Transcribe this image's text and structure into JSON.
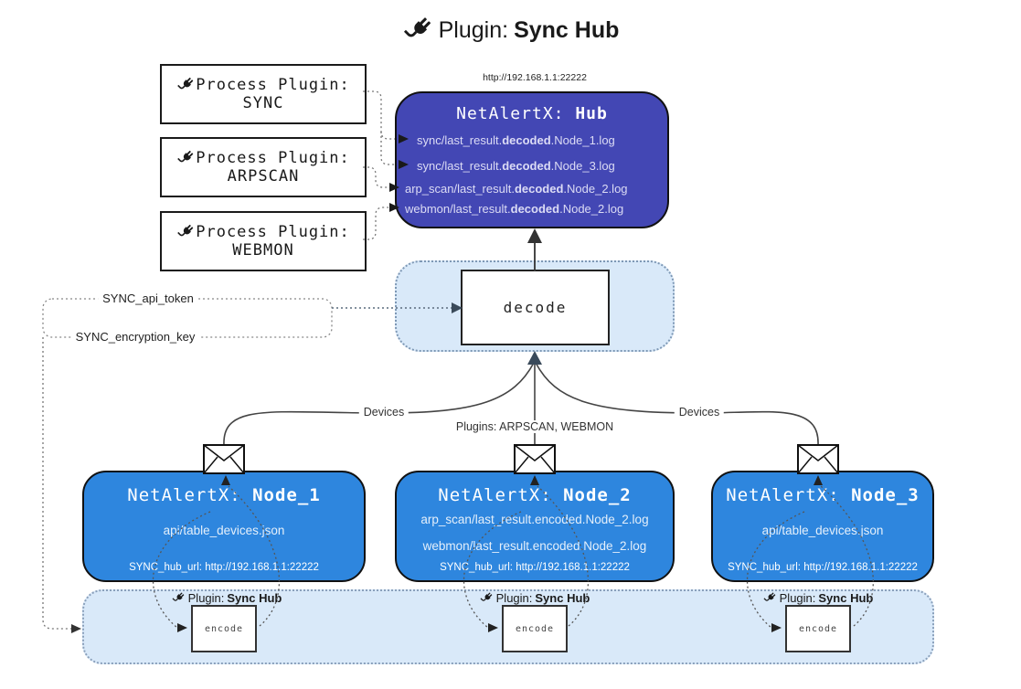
{
  "title": {
    "prefix": "Plugin: ",
    "bold": "Sync Hub"
  },
  "process_plugins": [
    {
      "label": "Process Plugin:",
      "name": "SYNC"
    },
    {
      "label": "Process Plugin:",
      "name": "ARPSCAN"
    },
    {
      "label": "Process Plugin:",
      "name": "WEBMON"
    }
  ],
  "hub": {
    "url": "http://192.168.1.1:22222",
    "title_prefix": "NetAlertX: ",
    "title_bold": "Hub",
    "lines": [
      {
        "pre": "sync/last_result.",
        "bold": "decoded",
        "post": ".Node_1.log"
      },
      {
        "pre": "sync/last_result.",
        "bold": "decoded",
        "post": ".Node_3.log"
      },
      {
        "pre": "arp_scan/last_result.",
        "bold": "decoded",
        "post": ".Node_2.log"
      },
      {
        "pre": "webmon/last_result.",
        "bold": "decoded",
        "post": ".Node_2.log"
      }
    ]
  },
  "decode_label": "decode",
  "tokens": {
    "api_token": "SYNC_api_token",
    "encryption_key": "SYNC_encryption_key"
  },
  "edges": {
    "devices_left": "Devices",
    "devices_right": "Devices",
    "plugins_center": "Plugins: ARPSCAN, WEBMON"
  },
  "nodes": [
    {
      "title_prefix": "NetAlertX: ",
      "title_bold": "Node_1",
      "lines": [
        "api/table_devices.json"
      ],
      "hub_url": "SYNC_hub_url: http://192.168.1.1:22222"
    },
    {
      "title_prefix": "NetAlertX: ",
      "title_bold": "Node_2",
      "lines": [
        "arp_scan/last_result.encoded.Node_2.log",
        "webmon/last_result.encoded.Node_2.log"
      ],
      "hub_url": "SYNC_hub_url: http://192.168.1.1:22222"
    },
    {
      "title_prefix": "NetAlertX: ",
      "title_bold": "Node_3",
      "lines": [
        "api/table_devices.json"
      ],
      "hub_url": "SYNC_hub_url: http://192.168.1.1:22222"
    }
  ],
  "band": {
    "plugin_prefix": "Plugin: ",
    "plugin_bold": "Sync Hub",
    "encode_label": "encode"
  },
  "colors": {
    "hub_fill": "#4347b4",
    "node_fill": "#2e86de",
    "band_fill": "#d9e9f9",
    "hub_text": "#dcdcf5",
    "arrow_dark": "#333333",
    "accent_arrow": "#3a4a5a"
  }
}
